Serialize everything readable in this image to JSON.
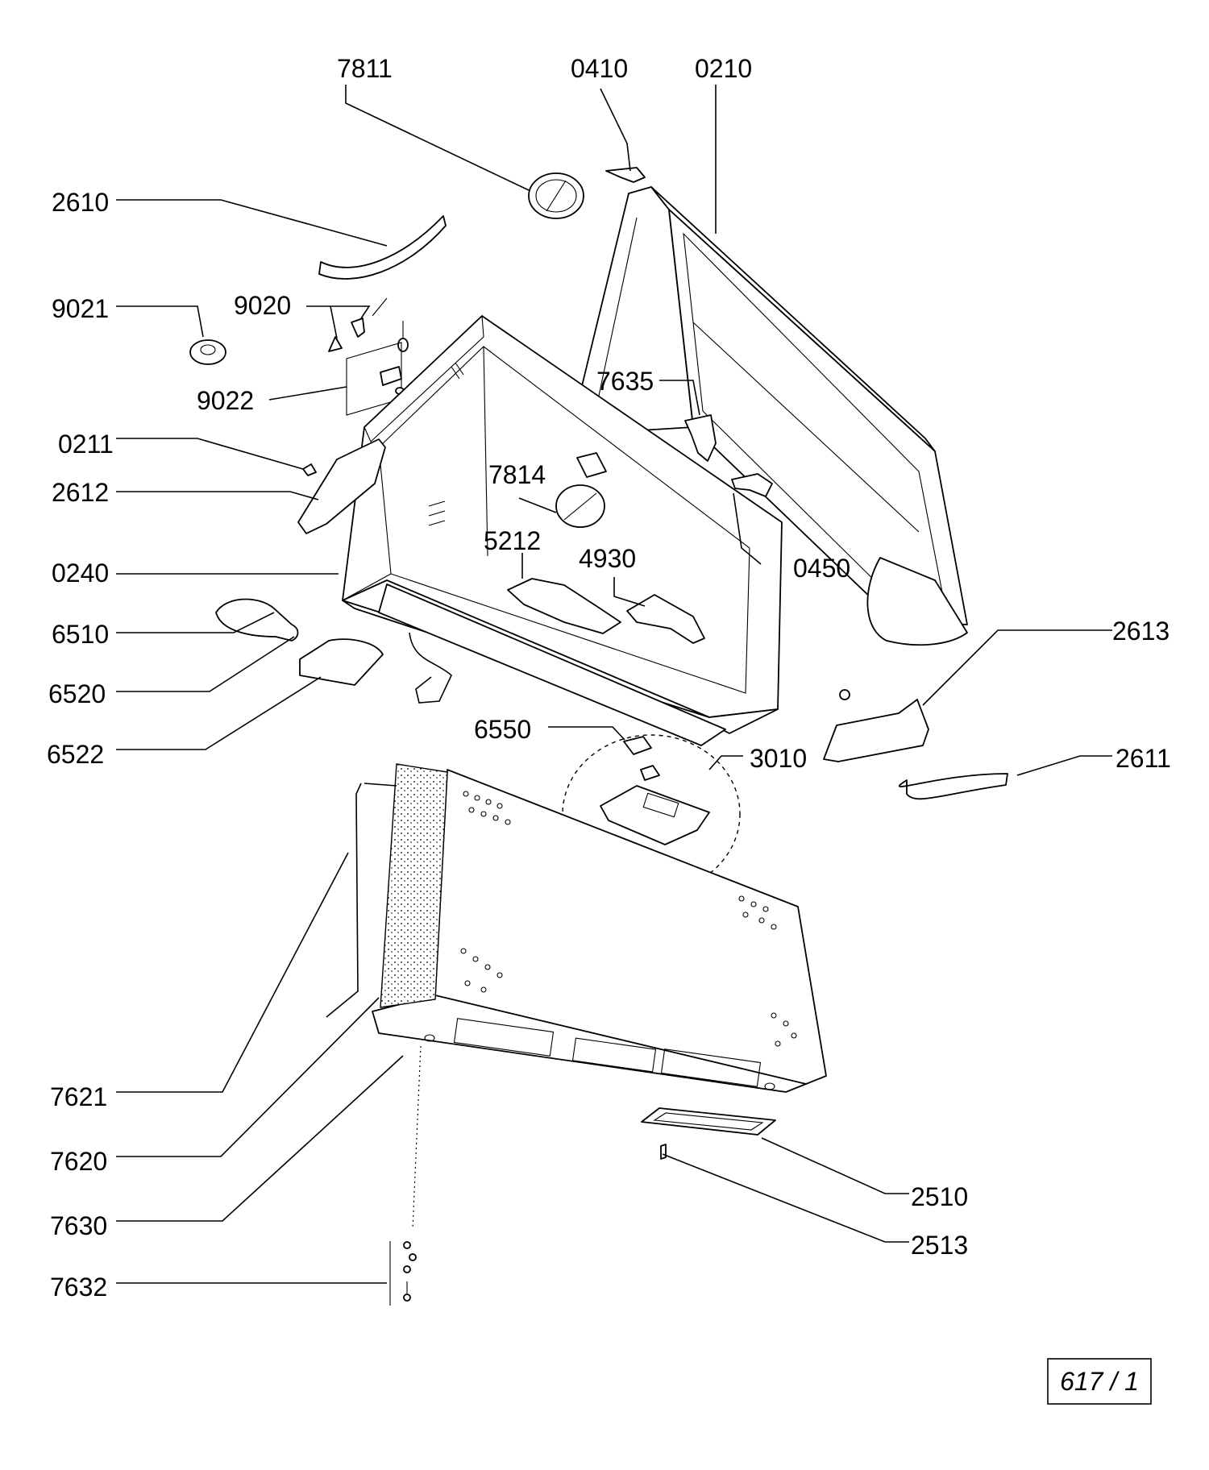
{
  "diagram": {
    "parts": [
      {
        "id": "7811",
        "label": "7811"
      },
      {
        "id": "0410",
        "label": "0410"
      },
      {
        "id": "0210",
        "label": "0210"
      },
      {
        "id": "2610",
        "label": "2610"
      },
      {
        "id": "9021",
        "label": "9021"
      },
      {
        "id": "9020",
        "label": "9020"
      },
      {
        "id": "9022",
        "label": "9022"
      },
      {
        "id": "7635",
        "label": "7635"
      },
      {
        "id": "0211",
        "label": "0211"
      },
      {
        "id": "2612",
        "label": "2612"
      },
      {
        "id": "7814",
        "label": "7814"
      },
      {
        "id": "0450",
        "label": "0450"
      },
      {
        "id": "5212",
        "label": "5212"
      },
      {
        "id": "4930",
        "label": "4930"
      },
      {
        "id": "0240",
        "label": "0240"
      },
      {
        "id": "6510",
        "label": "6510"
      },
      {
        "id": "2613",
        "label": "2613"
      },
      {
        "id": "6520",
        "label": "6520"
      },
      {
        "id": "6522",
        "label": "6522"
      },
      {
        "id": "6550",
        "label": "6550"
      },
      {
        "id": "3010",
        "label": "3010"
      },
      {
        "id": "2611",
        "label": "2611"
      },
      {
        "id": "7621",
        "label": "7621"
      },
      {
        "id": "7620",
        "label": "7620"
      },
      {
        "id": "7630",
        "label": "7630"
      },
      {
        "id": "2510",
        "label": "2510"
      },
      {
        "id": "2513",
        "label": "2513"
      },
      {
        "id": "7632",
        "label": "7632"
      }
    ],
    "page_ref": "617 / 1"
  }
}
